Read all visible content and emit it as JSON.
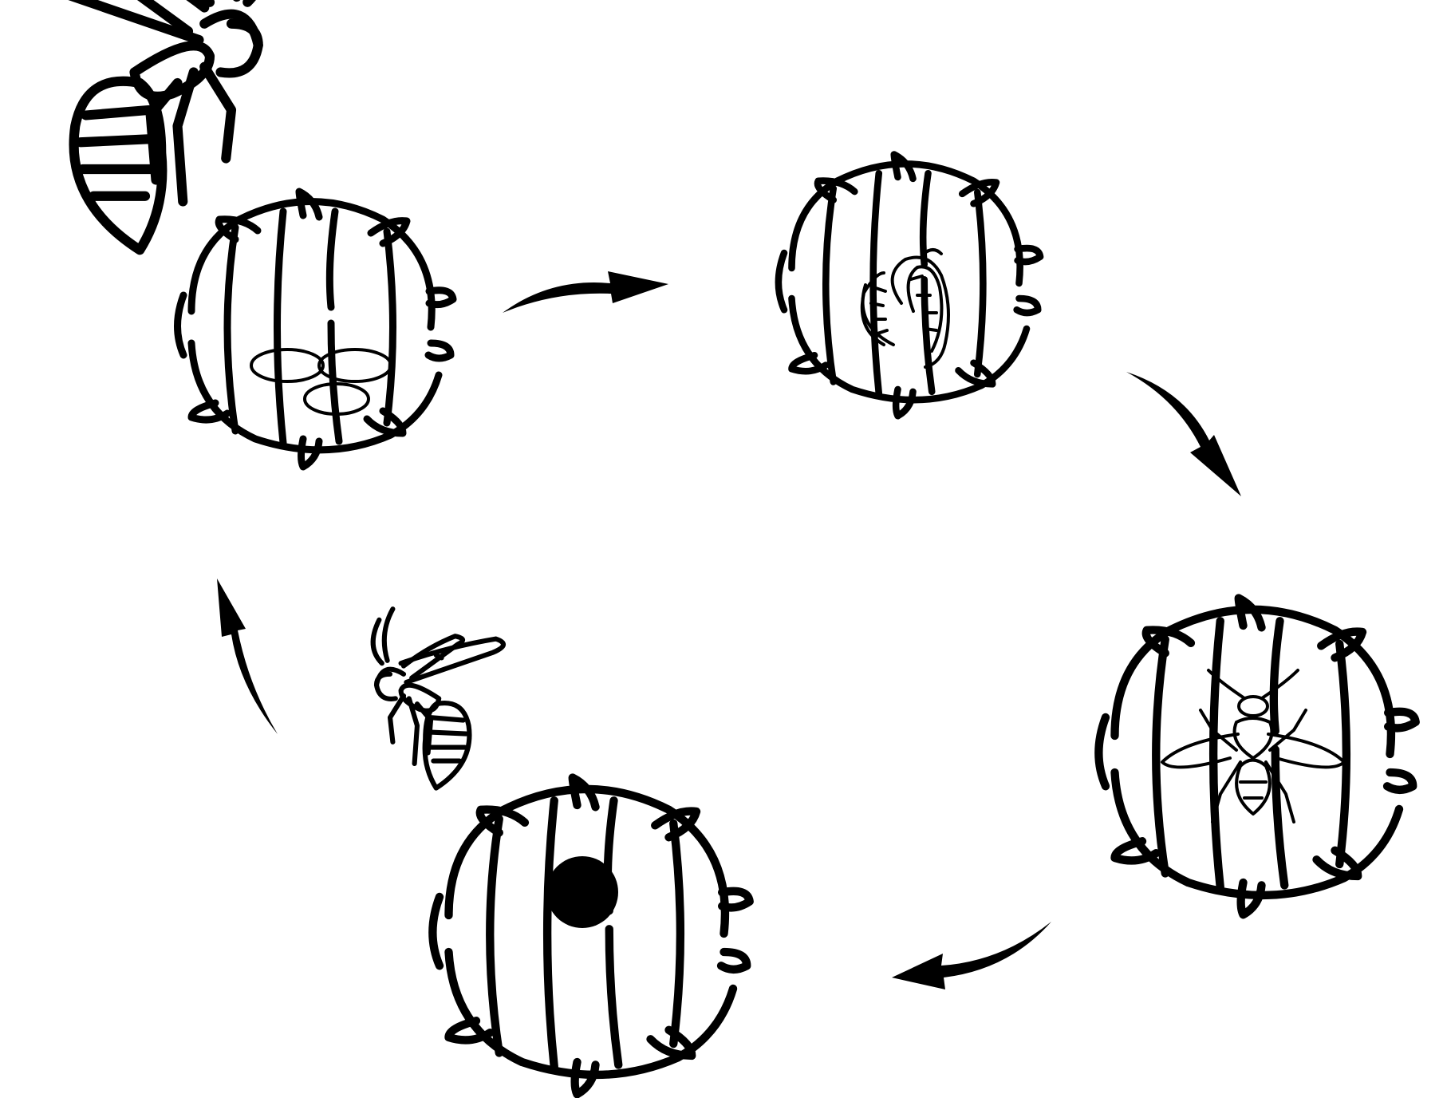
{
  "diagram": {
    "type": "cycle",
    "stages": [
      {
        "id": "wasp-on-scale",
        "icons": [
          "wasp-icon",
          "scale-insect-icon",
          "egg-icon"
        ]
      },
      {
        "id": "larva-in-scale",
        "icons": [
          "scale-insect-icon",
          "larva-icon"
        ]
      },
      {
        "id": "pupa-in-scale",
        "icons": [
          "scale-insect-icon",
          "pupa-wasp-icon"
        ]
      },
      {
        "id": "emergence",
        "icons": [
          "scale-insect-icon",
          "exit-hole-icon",
          "wasp-icon"
        ]
      }
    ],
    "arrow_color": "#000000",
    "line_color": "#000000",
    "background": "#ffffff"
  }
}
